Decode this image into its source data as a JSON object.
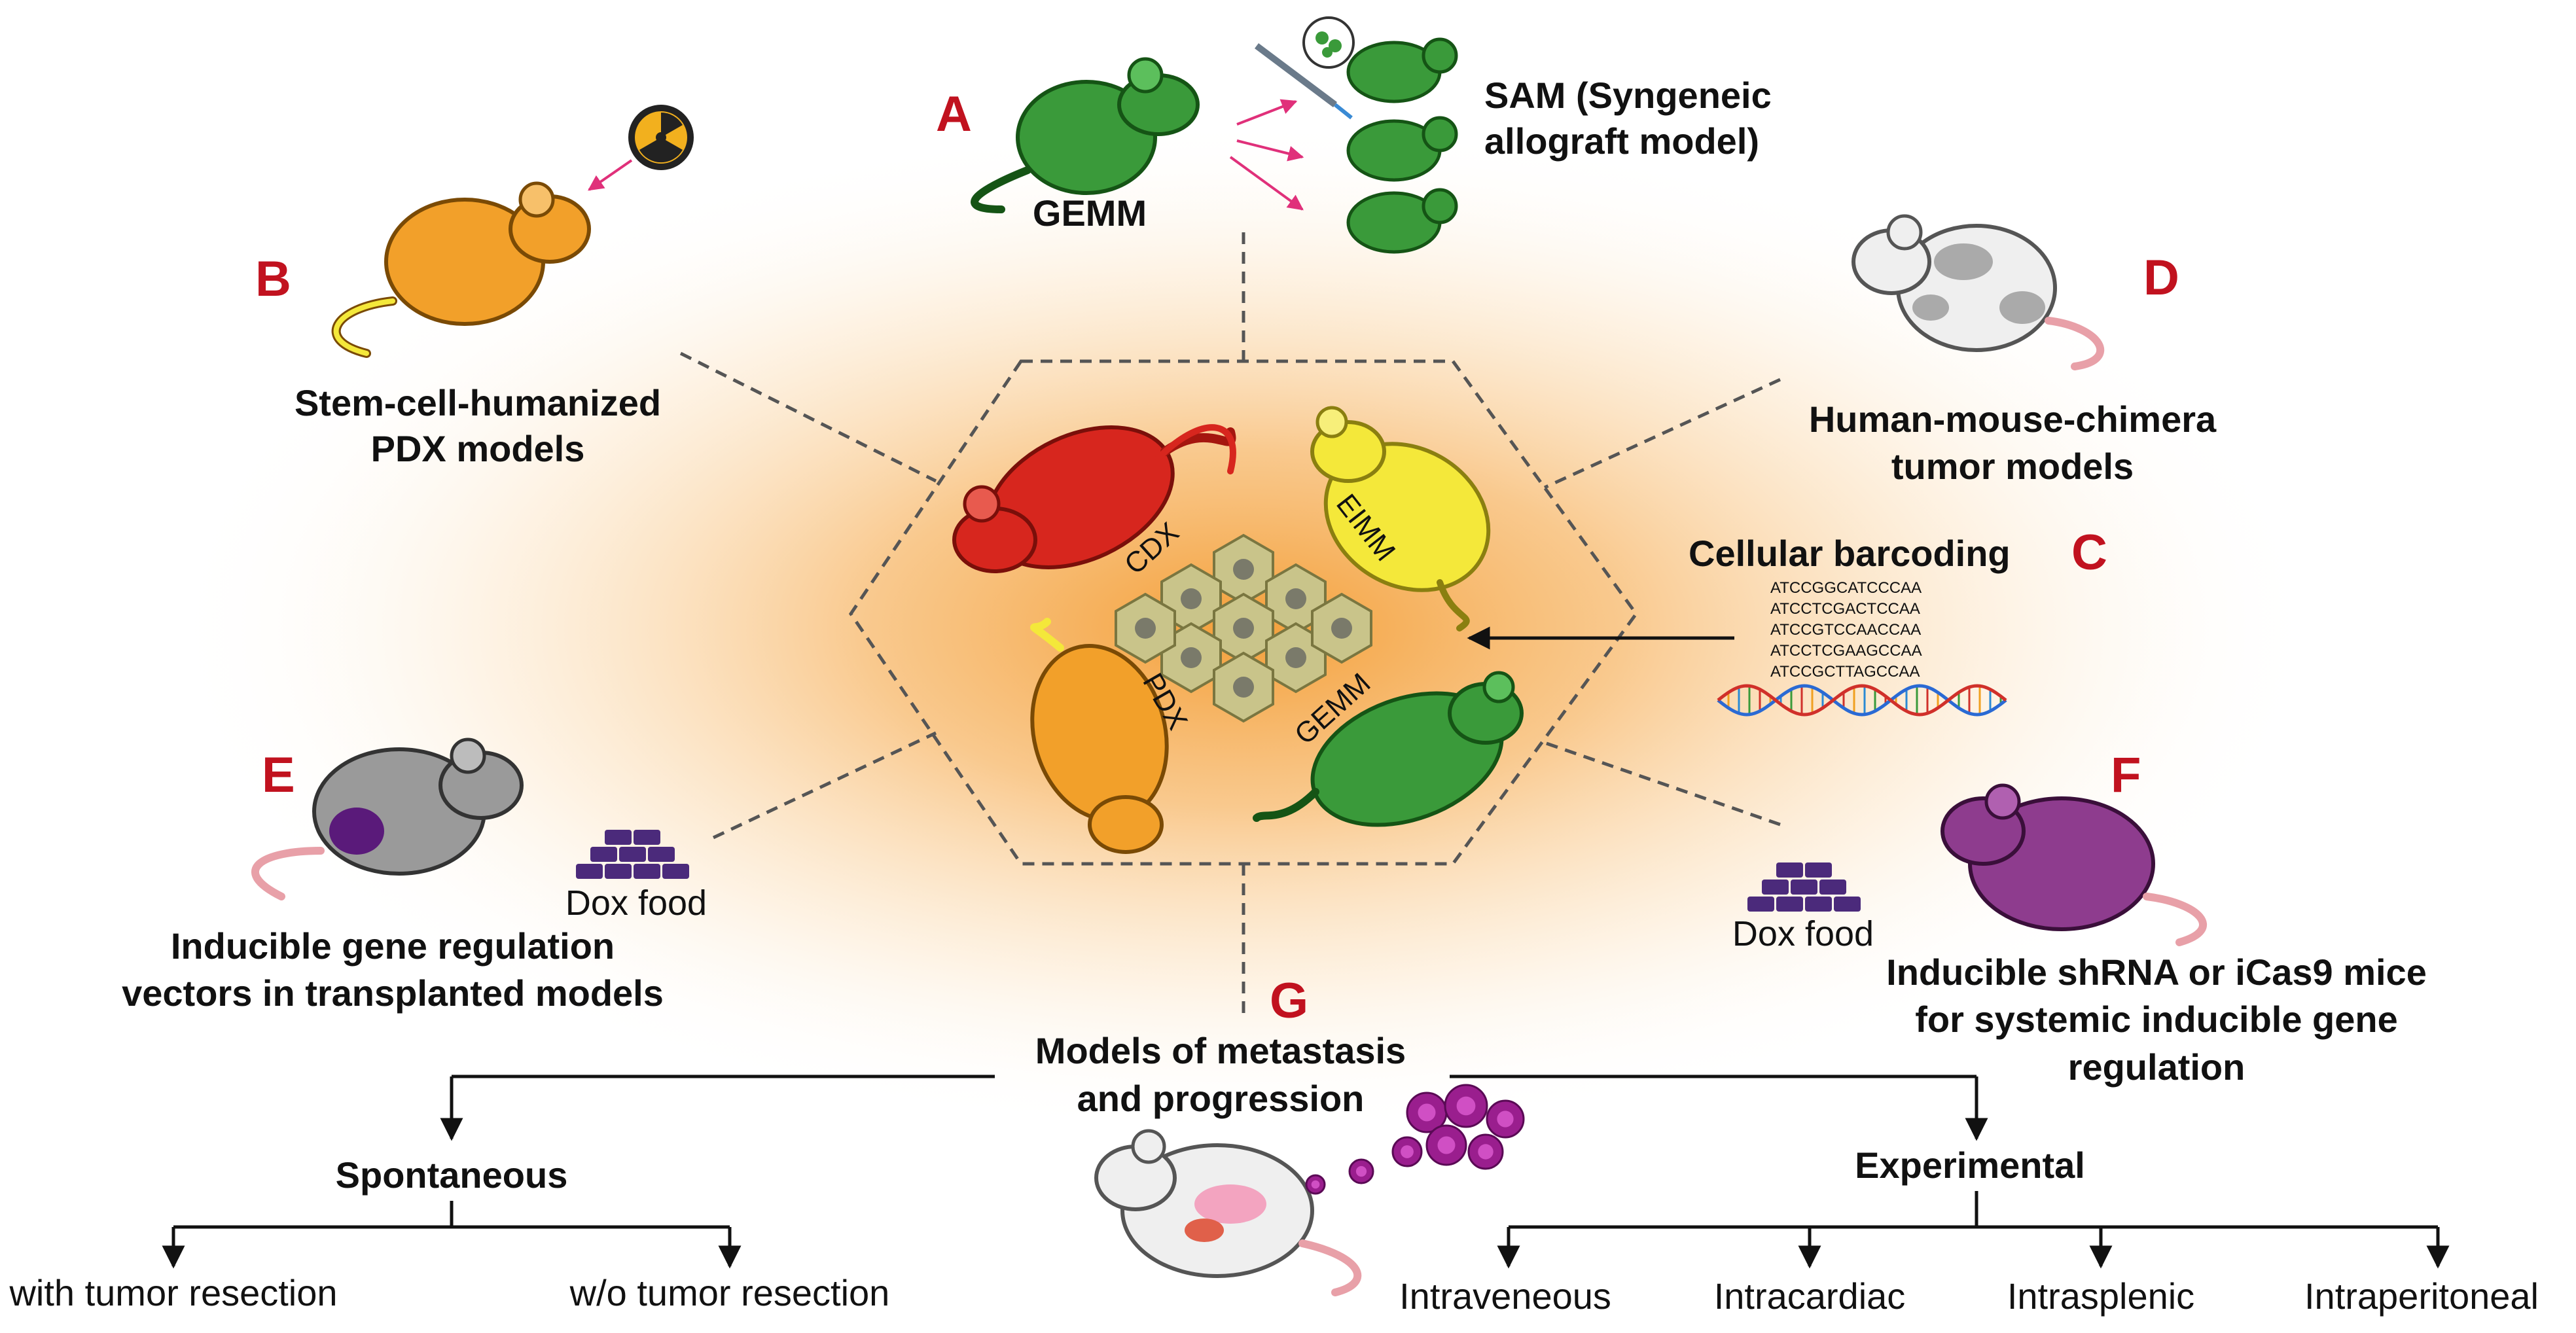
{
  "colors": {
    "label_red": "#c1121f",
    "glow": "#f6a13a",
    "mouse_green": "#3a9a3a",
    "mouse_orange": "#f2a02a",
    "mouse_red": "#d7261e",
    "mouse_yellow": "#f4e83a",
    "mouse_gray": "#9a9a9a",
    "mouse_purple": "#8e3c8e",
    "mouse_white": "#efefef",
    "dox_purple": "#4b2a7b",
    "tumor_cell": "#c9c48a"
  },
  "center": {
    "mice": [
      "CDX",
      "EIMM",
      "PDX",
      "GEMM"
    ]
  },
  "panels": {
    "A": {
      "letter": "A",
      "mouse_label": "GEMM",
      "model_label_line1": "SAM (Syngeneic",
      "model_label_line2": "allograft model)",
      "icons": [
        "radioactive-icon"
      ]
    },
    "B": {
      "letter": "B",
      "label_line1": "Stem-cell-humanized",
      "label_line2": "PDX models"
    },
    "C": {
      "letter": "C",
      "title": "Cellular barcoding",
      "sequences": [
        "ATCCGGCATCCCAA",
        "ATCCTCGACTCCAA",
        "ATCCGTCCAACCAA",
        "ATCCTCGAAGCCAA",
        "ATCCGCTTAGCCAA"
      ]
    },
    "D": {
      "letter": "D",
      "label_line1": "Human-mouse-chimera",
      "label_line2": "tumor models"
    },
    "E": {
      "letter": "E",
      "food_label": "Dox food",
      "label_line1": "Inducible gene regulation",
      "label_line2": "vectors in transplanted models"
    },
    "F": {
      "letter": "F",
      "food_label": "Dox food",
      "label_line1": "Inducible shRNA or iCas9 mice",
      "label_line2": "for systemic inducible gene",
      "label_line3": "regulation"
    },
    "G": {
      "letter": "G",
      "label_line1": "Models of metastasis",
      "label_line2": "and progression",
      "spontaneous": {
        "label": "Spontaneous",
        "children": [
          "with tumor resection",
          "w/o tumor resection"
        ]
      },
      "experimental": {
        "label": "Experimental",
        "children": [
          "Intraveneous",
          "Intracardiac",
          "Intrasplenic",
          "Intraperitoneal"
        ]
      }
    }
  }
}
